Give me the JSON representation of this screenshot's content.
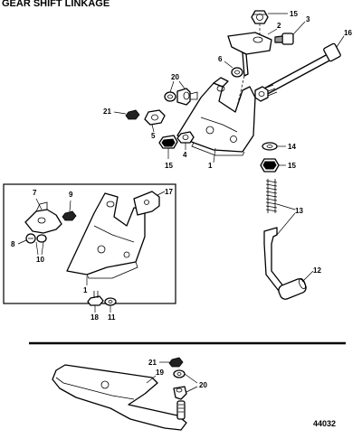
{
  "header": {
    "title": "GEAR SHIFT LINKAGE"
  },
  "figure_number": "44032",
  "callouts": {
    "c1": "1",
    "c2": "2",
    "c3": "3",
    "c4": "4",
    "c5": "5",
    "c6": "6",
    "c7": "7",
    "c8": "8",
    "c9": "9",
    "c10": "10",
    "c11": "11",
    "c12": "12",
    "c13": "13",
    "c14": "14",
    "c15": "15",
    "c16": "16",
    "c17": "17",
    "c18": "18",
    "c19": "19",
    "c20": "20",
    "c21": "21"
  }
}
